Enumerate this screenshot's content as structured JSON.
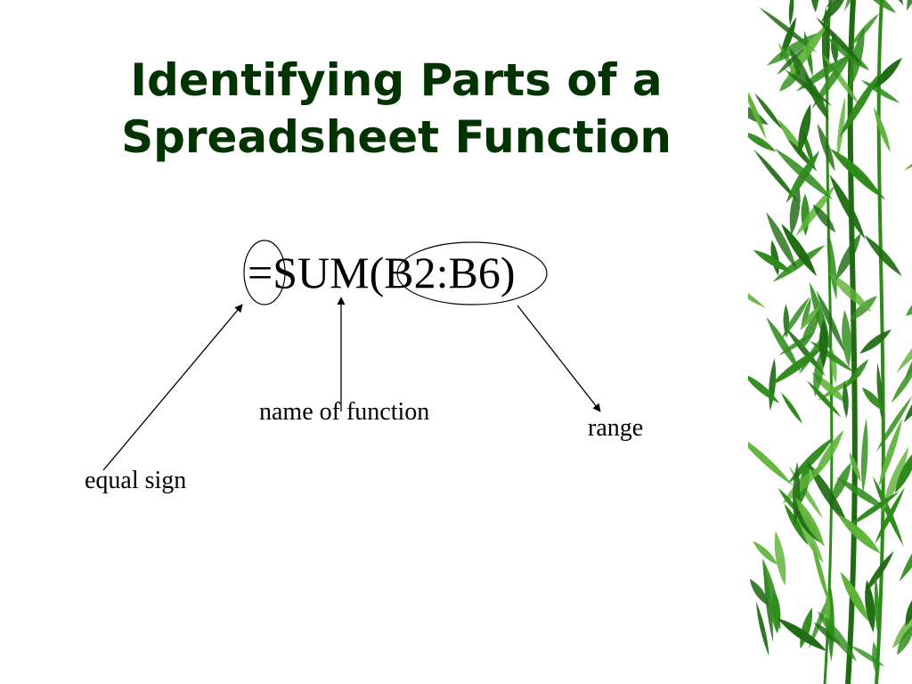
{
  "slide": {
    "title_line1": "Identifying Parts of a",
    "title_line2": "Spreadsheet Function",
    "formula": "=SUM(B2:B6)",
    "labels": {
      "name_of_function": "name of function",
      "range": "range",
      "equal_sign": "equal sign"
    }
  },
  "colors": {
    "title": "#003300",
    "text": "#000000",
    "leaf_dark": "#1f6b12",
    "leaf_mid": "#2e8b1a",
    "leaf_light": "#5fb33a",
    "background": "#ffffff"
  },
  "decoration": {
    "right_border_icon": "bamboo-leaves-icon"
  }
}
